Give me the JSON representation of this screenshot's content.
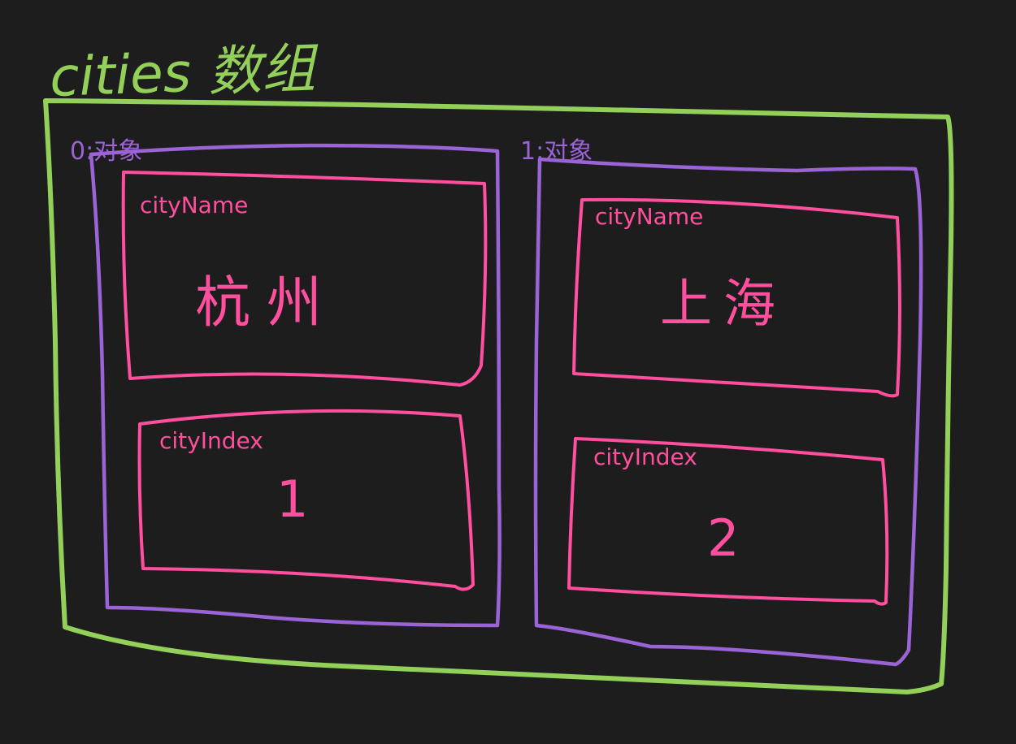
{
  "colors": {
    "background": "#1e1d1d",
    "array": "#93d05a",
    "object": "#9a63d6",
    "field": "#ff4f9e"
  },
  "array": {
    "title": "cities 数组",
    "items": [
      {
        "label": "0:对象",
        "fields": [
          {
            "name": "cityName",
            "value": "杭州"
          },
          {
            "name": "cityIndex",
            "value": "1"
          }
        ]
      },
      {
        "label": "1:对象",
        "fields": [
          {
            "name": "cityName",
            "value": "上海"
          },
          {
            "name": "cityIndex",
            "value": "2"
          }
        ]
      }
    ]
  }
}
